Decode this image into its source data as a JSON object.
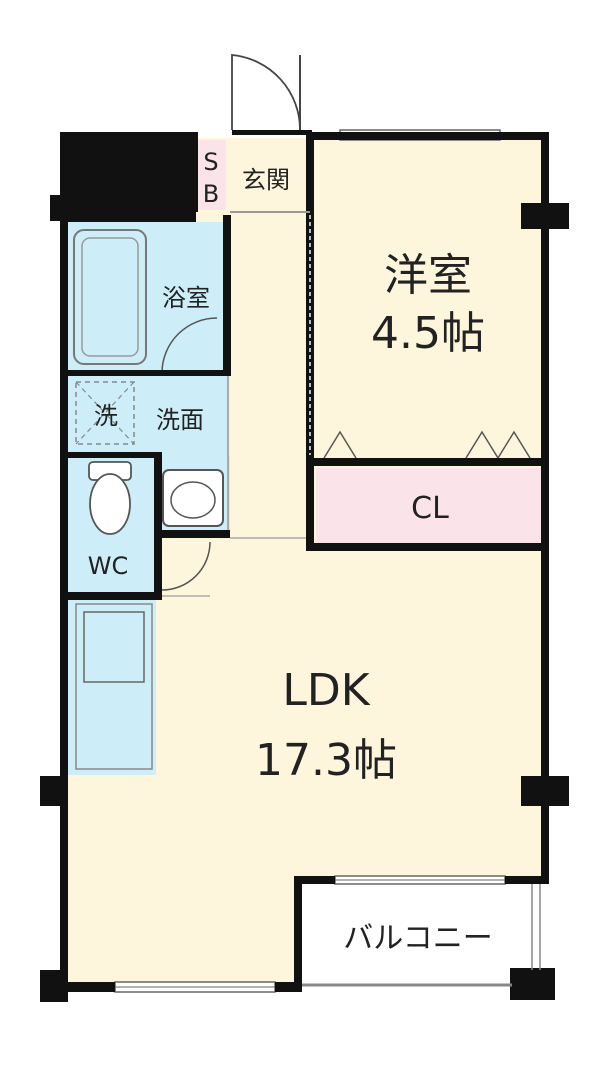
{
  "rooms": {
    "western_room": {
      "name": "洋室",
      "size": "4.5帖"
    },
    "ldk": {
      "name": "LDK",
      "size": "17.3帖"
    },
    "closet": {
      "name": "CL"
    },
    "bathroom": {
      "name": "浴室"
    },
    "washroom": {
      "name": "洗面"
    },
    "washer": {
      "name": "洗"
    },
    "toilet": {
      "name": "WC"
    },
    "entrance": {
      "name": "玄関"
    },
    "shoebox": {
      "line1": "S",
      "line2": "B"
    },
    "balcony": {
      "name": "バルコニー"
    }
  },
  "colors": {
    "floor": "#fdf6dc",
    "wet_area": "#cdeef8",
    "closet": "#fbe3ea",
    "shoebox": "#fbe3ea",
    "wall": "#111111"
  }
}
